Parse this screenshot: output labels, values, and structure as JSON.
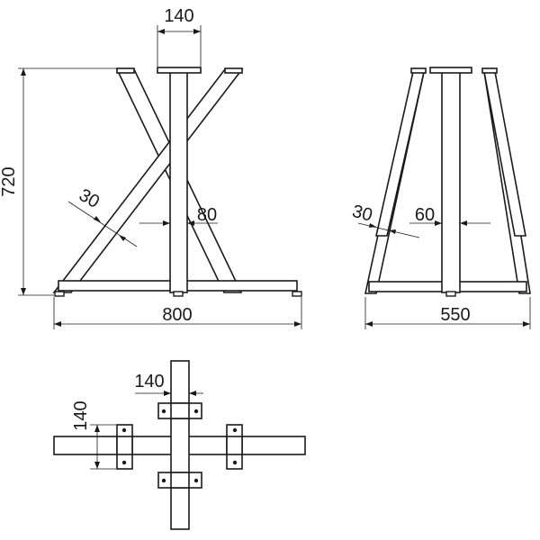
{
  "front_view": {
    "top_plate_width": "140",
    "height": "720",
    "leg_thickness": "30",
    "post_width": "80",
    "base_width": "800"
  },
  "side_view": {
    "leg_thickness": "30",
    "post_width": "60",
    "base_width": "550"
  },
  "plan_view": {
    "bracket_width": "140",
    "bracket_height": "140"
  }
}
